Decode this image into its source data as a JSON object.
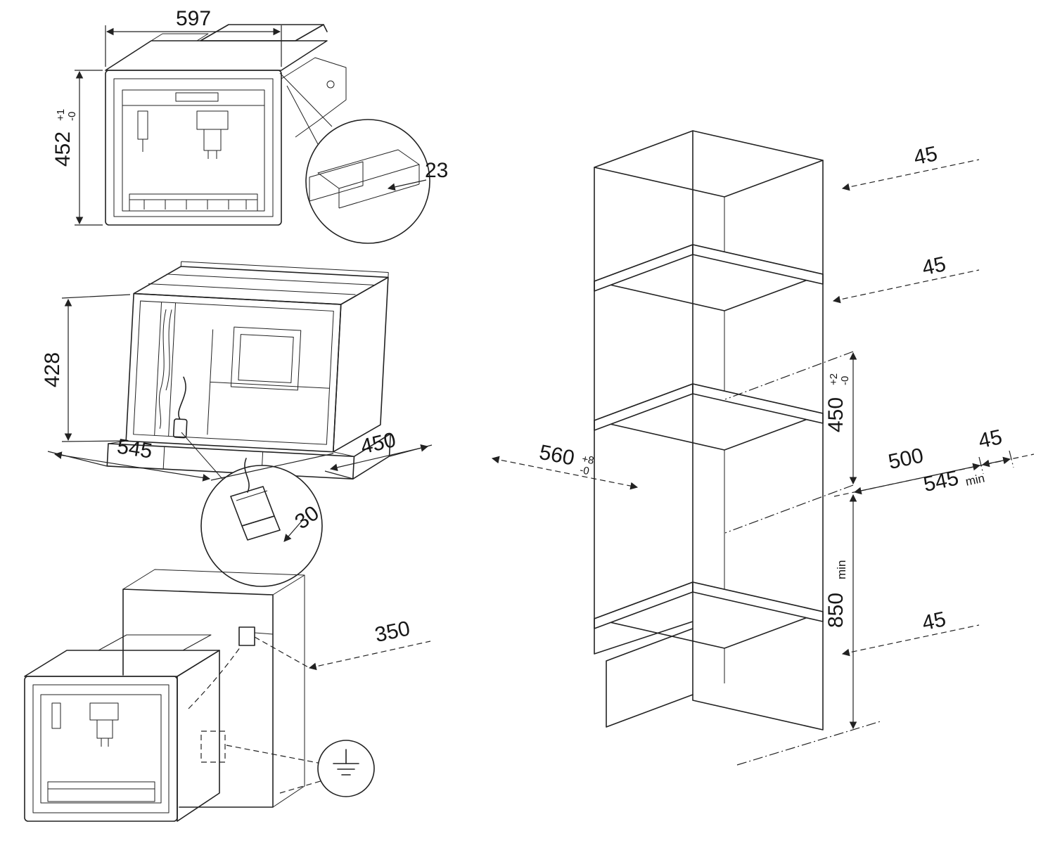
{
  "labels": {
    "front_width": "597",
    "front_height": "452",
    "front_height_tol_plus": "+1",
    "front_height_tol_minus": "-0",
    "edge_overlap": "23",
    "rear_height": "428",
    "body_width": "545",
    "body_depth": "450",
    "plug_depth": "30",
    "cable_length": "350",
    "niche_depth": "560",
    "niche_depth_tol_plus": "+8",
    "niche_depth_tol_minus": "-0",
    "niche_height": "450",
    "niche_height_tol_plus": "+2",
    "niche_height_tol_minus": "-0",
    "niche_width": "500",
    "cabinet_depth": "545",
    "cabinet_depth_suffix": "min",
    "plinth_height": "850",
    "plinth_height_suffix": "min",
    "gap_top": "45",
    "gap_upper": "45",
    "gap_middle": "45",
    "gap_bottom": "45"
  }
}
